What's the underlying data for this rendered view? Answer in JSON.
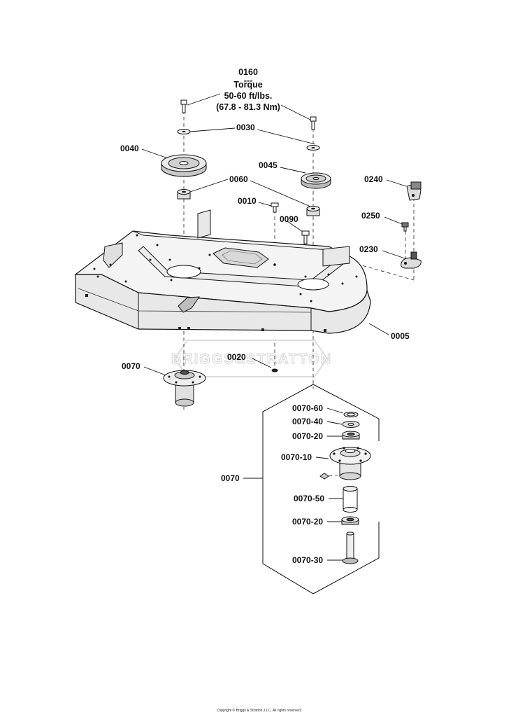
{
  "torque_note": {
    "part_number": "0160",
    "separator": "---",
    "line1": "Torque",
    "line2": "50-60 ft/lbs.",
    "line3": "(67.8 - 81.3 Nm)"
  },
  "callouts": {
    "c0030": "0030",
    "c0040": "0040",
    "c0045": "0045",
    "c0060": "0060",
    "c0010": "0010",
    "c0090": "0090",
    "c0240": "0240",
    "c0250": "0250",
    "c0230": "0230",
    "c0005": "0005",
    "c0070_top": "0070",
    "c0020": "0020",
    "c0070_detail": "0070",
    "c0070_60": "0070-60",
    "c0070_40": "0070-40",
    "c0070_20a": "0070-20",
    "c0070_10": "0070-10",
    "c0070_50": "0070-50",
    "c0070_20b": "0070-20",
    "c0070_30": "0070-30"
  },
  "watermark": {
    "brand": "BRIGGS&STRATTON"
  },
  "footer": {
    "copyright": "Copyright © Briggs & Stratton, LLC. All rights reserved."
  },
  "colors": {
    "ink": "#111111",
    "deck_fill": "#f2f2f2",
    "part_fill": "#e4e4e4",
    "dark_fill": "#555555"
  }
}
